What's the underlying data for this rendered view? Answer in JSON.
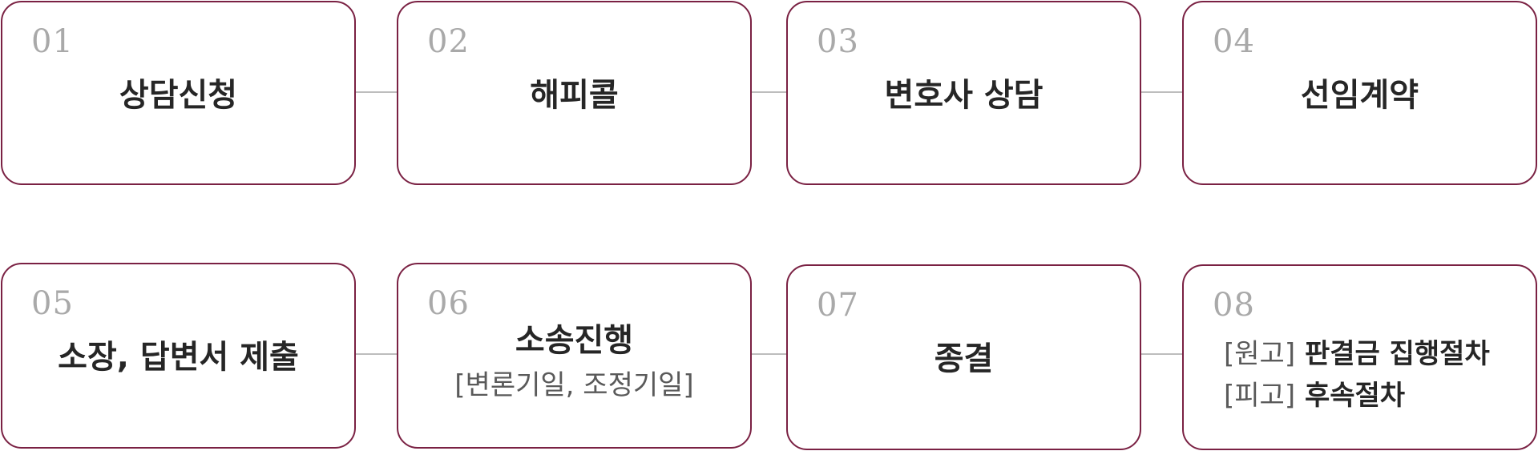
{
  "steps": [
    {
      "num": "01",
      "title": "상담신청"
    },
    {
      "num": "02",
      "title": "해피콜"
    },
    {
      "num": "03",
      "title": "변호사 상담"
    },
    {
      "num": "04",
      "title": "선임계약"
    },
    {
      "num": "05",
      "title": "소장, 답변서 제출"
    },
    {
      "num": "06",
      "title": "소송진행",
      "subtitle": "[변론기일, 조정기일]"
    },
    {
      "num": "07",
      "title": "종결"
    },
    {
      "num": "08",
      "lines": [
        {
          "tag": "[원고]",
          "text": "판결금 집행절차"
        },
        {
          "tag": "[피고]",
          "text": "후속절차"
        }
      ]
    }
  ],
  "colors": {
    "border": "#7a2143",
    "connector": "#bdbdbd",
    "number": "#a9a9a9",
    "title": "#262626",
    "subtitle": "#5a5a5a"
  }
}
